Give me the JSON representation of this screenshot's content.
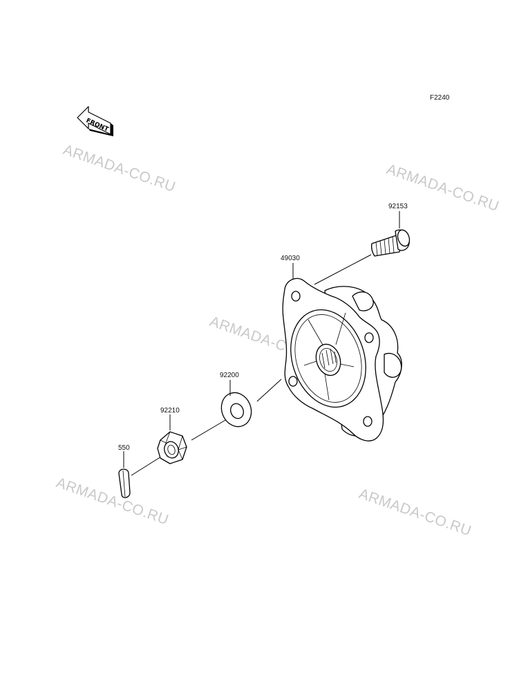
{
  "diagram_code": "F2240",
  "front_label": "FRONT",
  "parts": [
    {
      "id": "part-49030",
      "number": "49030"
    },
    {
      "id": "part-92153",
      "number": "92153"
    },
    {
      "id": "part-92200",
      "number": "92200"
    },
    {
      "id": "part-92210",
      "number": "92210"
    },
    {
      "id": "part-550",
      "number": "550"
    }
  ],
  "watermarks": [
    "ARMADA-CO.RU",
    "ARMADA-CO.RU",
    "ARMADA-CO.RU",
    "ARMADA-CO.RU",
    "ARMADA-CO.RU"
  ]
}
